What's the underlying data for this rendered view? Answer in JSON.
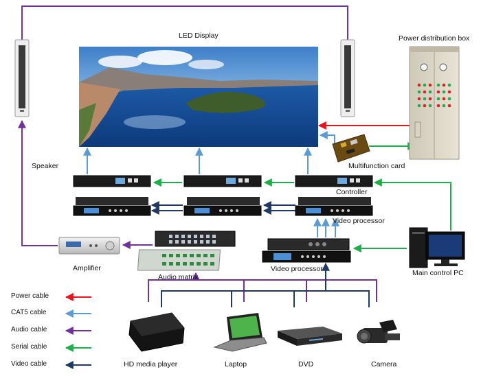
{
  "labels": {
    "led_display": "LED Display",
    "power_box": "Power distribution box",
    "speaker": "Speaker",
    "multifunction_card": "Multifunction card",
    "controller": "Controller",
    "video_processor_top": "Video processor",
    "amplifier": "Amplifier",
    "audio_matrix": "Audio  matrix",
    "video_processor_mid": "Video processor",
    "main_pc": "Main control PC",
    "hd_player": "HD media player",
    "laptop": "Laptop",
    "dvd": "DVD",
    "camera": "Camera"
  },
  "legend": [
    {
      "label": "Power cable",
      "color": "#e8141c"
    },
    {
      "label": "CAT5 cable",
      "color": "#5b9bd5"
    },
    {
      "label": "Audio cable",
      "color": "#7030a0"
    },
    {
      "label": "Serial cable",
      "color": "#1bb04a"
    },
    {
      "label": "Video cable",
      "color": "#1f3864"
    }
  ],
  "colors": {
    "power": "#e8141c",
    "cat5": "#5b9bd5",
    "audio": "#7030a0",
    "serial": "#1bb04a",
    "video": "#1f3864"
  }
}
